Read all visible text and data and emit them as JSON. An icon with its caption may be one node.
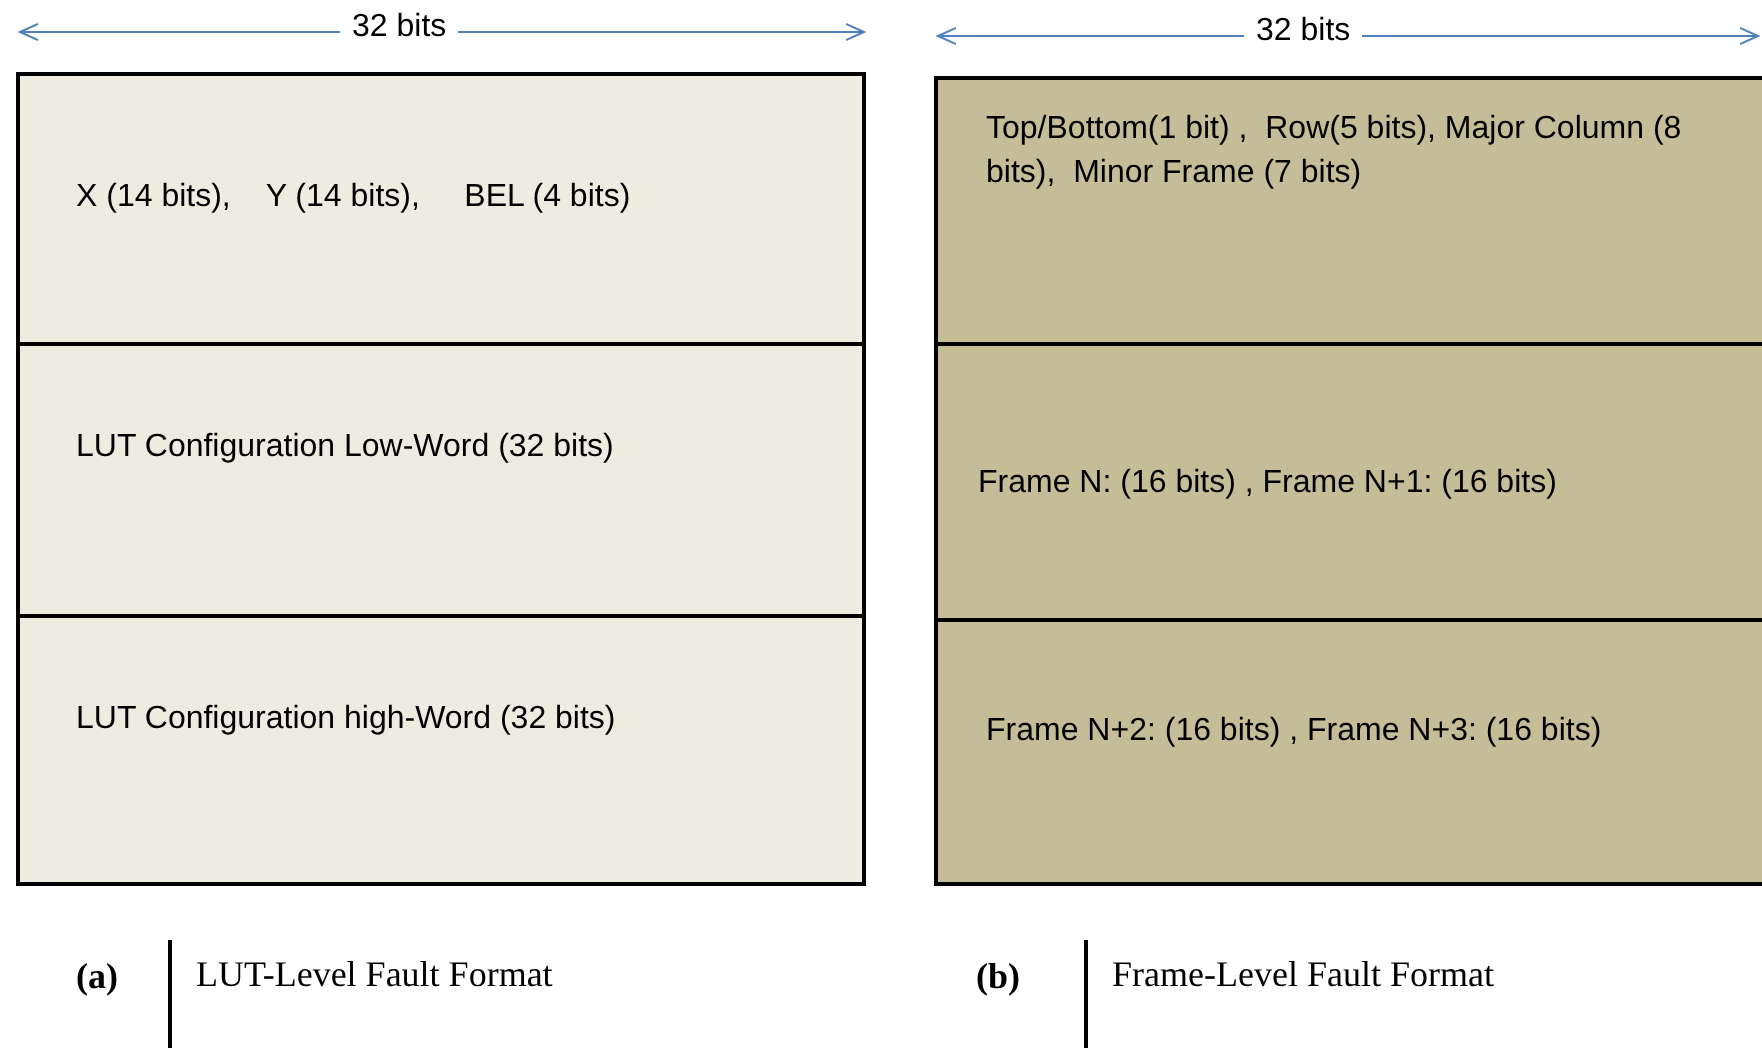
{
  "diagram": {
    "nodes": [
      {
        "text": [
          "X (14 bits),    Y (14 bits),     BEL (4 bits)"
        ]
      },
      {
        "text": [
          "LUT Configuration Low-Word (32 bits)"
        ]
      },
      {
        "text": [
          "LUT Configuration high-Word (32 bits)"
        ]
      },
      {
        "text": [
          "Top/Bottom(1 bit) ,  Row(5 bits), Major Column (8 bits),  Minor Frame (7 bits)"
        ]
      },
      {
        "text": [
          "Frame N: (16 bits) , Frame N+1: (16 bits)"
        ]
      },
      {
        "text": [
          "Frame N+2: (16 bits) , Frame N+3: (16 bits)"
        ]
      }
    ],
    "labels": [
      "32 bits",
      "32 bits",
      "(a)",
      "LUT-Level Fault Format",
      "(b)",
      "Frame-Level Fault Format"
    ]
  }
}
